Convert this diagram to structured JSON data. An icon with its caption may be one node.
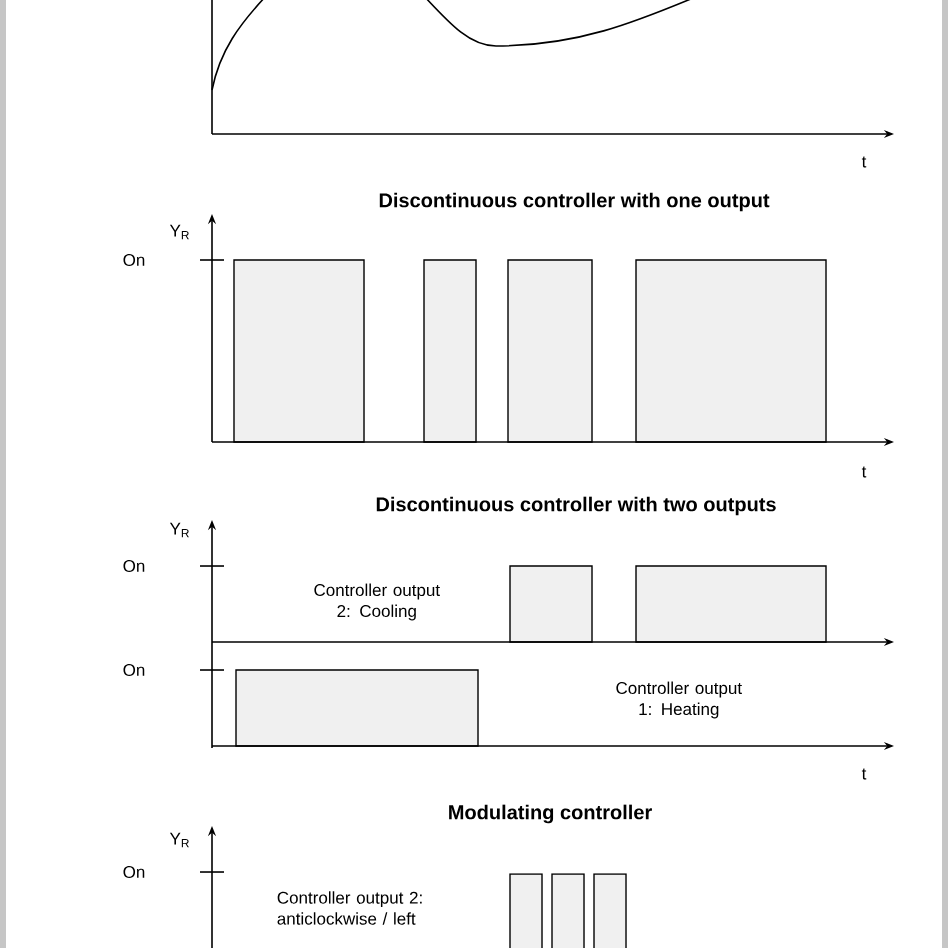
{
  "diagram": {
    "labels": [
      "t",
      "Discontinuous controller with one output",
      "Y$_{R}$",
      "On",
      "t",
      "Discontinuous controller with two outputs",
      "Y$_{R}$",
      "On",
      "Controller output 2: Cooling",
      "On",
      "Controller output 1: Heating",
      "t",
      "Modulating controller",
      "Y$_{R}$",
      "On",
      "Controller output 2: anticlockwise / left"
    ]
  }
}
